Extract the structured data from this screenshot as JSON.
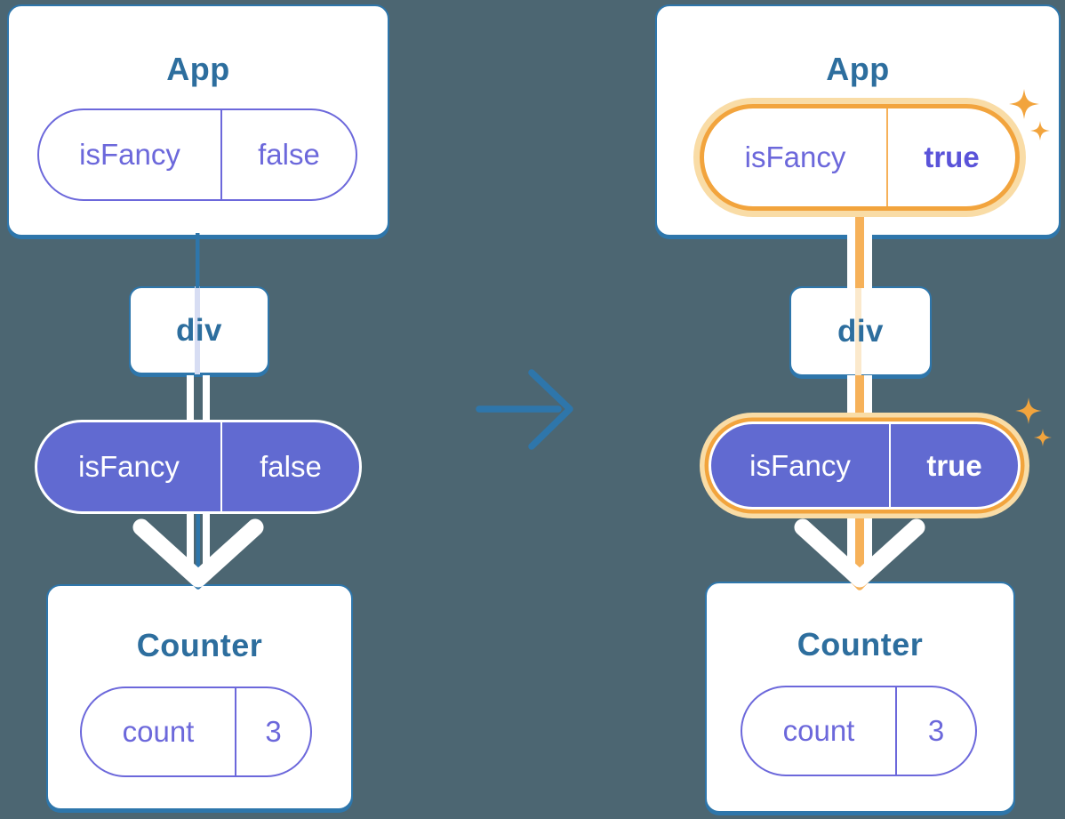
{
  "colors": {
    "bg": "#4C6672",
    "edge": "#2E76AB",
    "heading": "#2D6E9E",
    "purple": "#6C68DB",
    "purple-fill": "#616AD1",
    "purple-bold": "#5A53D9",
    "orange": "#F2A43D",
    "orange-line": "#F6B159",
    "orange-halo": "#F9DCA6",
    "cream-line": "#FBE9CC",
    "lavender-line": "#D7DDF3"
  },
  "left": {
    "app": {
      "title": "App",
      "state": {
        "name": "isFancy",
        "value": "false"
      }
    },
    "div": {
      "title": "div"
    },
    "props": {
      "name": "isFancy",
      "value": "false"
    },
    "counter": {
      "title": "Counter",
      "state": {
        "name": "count",
        "value": "3"
      }
    }
  },
  "right": {
    "app": {
      "title": "App",
      "state": {
        "name": "isFancy",
        "value": "true"
      },
      "highlighted": true
    },
    "div": {
      "title": "div"
    },
    "props": {
      "name": "isFancy",
      "value": "true",
      "highlighted": true
    },
    "counter": {
      "title": "Counter",
      "state": {
        "name": "count",
        "value": "3"
      }
    }
  },
  "icons": {
    "transition_arrow": "arrow-right-icon",
    "sparkles": "four-point-star-icon"
  }
}
